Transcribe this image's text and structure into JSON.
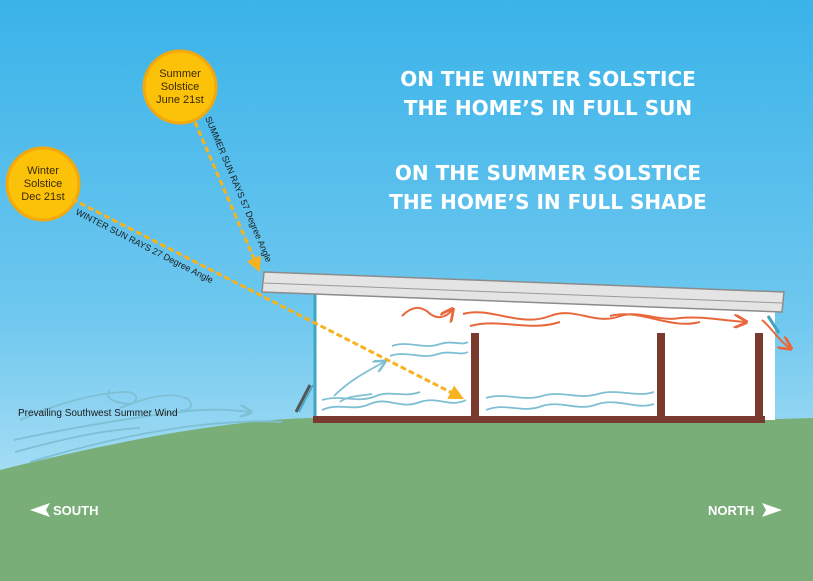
{
  "suns": {
    "summer": {
      "line1": "Summer",
      "line2": "Solstice",
      "line3": "June 21st"
    },
    "winter": {
      "line1": "Winter",
      "line2": "Solstice",
      "line3": "Dec 21st"
    }
  },
  "rays": {
    "summer_label": "SUMMER SUN RAYS 57 Degree Angle",
    "winter_label": "WINTER SUN RAYS 27 Degree Angle"
  },
  "headline": {
    "line1": "ON THE WINTER SOLSTICE",
    "line2": "THE HOME’S IN FULL SUN",
    "line3": "ON THE SUMMER SOLSTICE",
    "line4": "THE HOME’S IN FULL SHADE"
  },
  "wind_label": "Prevailing Southwest Summer Wind",
  "directions": {
    "south": "SOUTH",
    "north": "NORTH"
  },
  "colors": {
    "sky_top": "#3db4e8",
    "sky_bottom": "#bfe6f5",
    "ground": "#7aae79",
    "sun": "#fcc20a",
    "ray": "#f7b21d",
    "wall": "#7b3a2e",
    "warm_air": "#e8683c",
    "cool_air": "#7fbfd4"
  }
}
